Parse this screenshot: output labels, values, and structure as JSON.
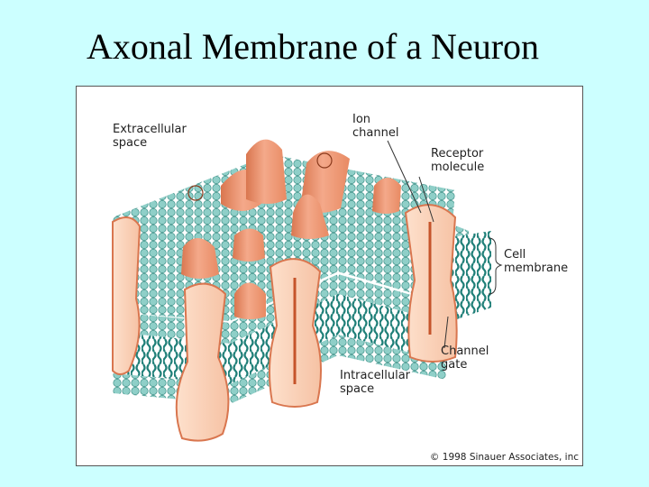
{
  "slide": {
    "title": "Axonal Membrane of a Neuron"
  },
  "figure": {
    "labels": {
      "extracellular": "Extracellular\nspace",
      "ion_channel": "Ion\nchannel",
      "receptor": "Receptor\nmolecule",
      "cell_membrane": "Cell\nmembrane",
      "channel_gate": "Channel\ngate",
      "intracellular": "Intracellular\nspace"
    },
    "credit": "© 1998 Sinauer Associates, inc",
    "colors": {
      "background": "#ccffff",
      "lipid_head": "#8fcfc8",
      "lipid_head_stroke": "#4e9c94",
      "lipid_tail": "#1f7f78",
      "protein": "#f4a98a",
      "protein_dark": "#d9764f",
      "protein_light": "#fde0cc"
    }
  }
}
